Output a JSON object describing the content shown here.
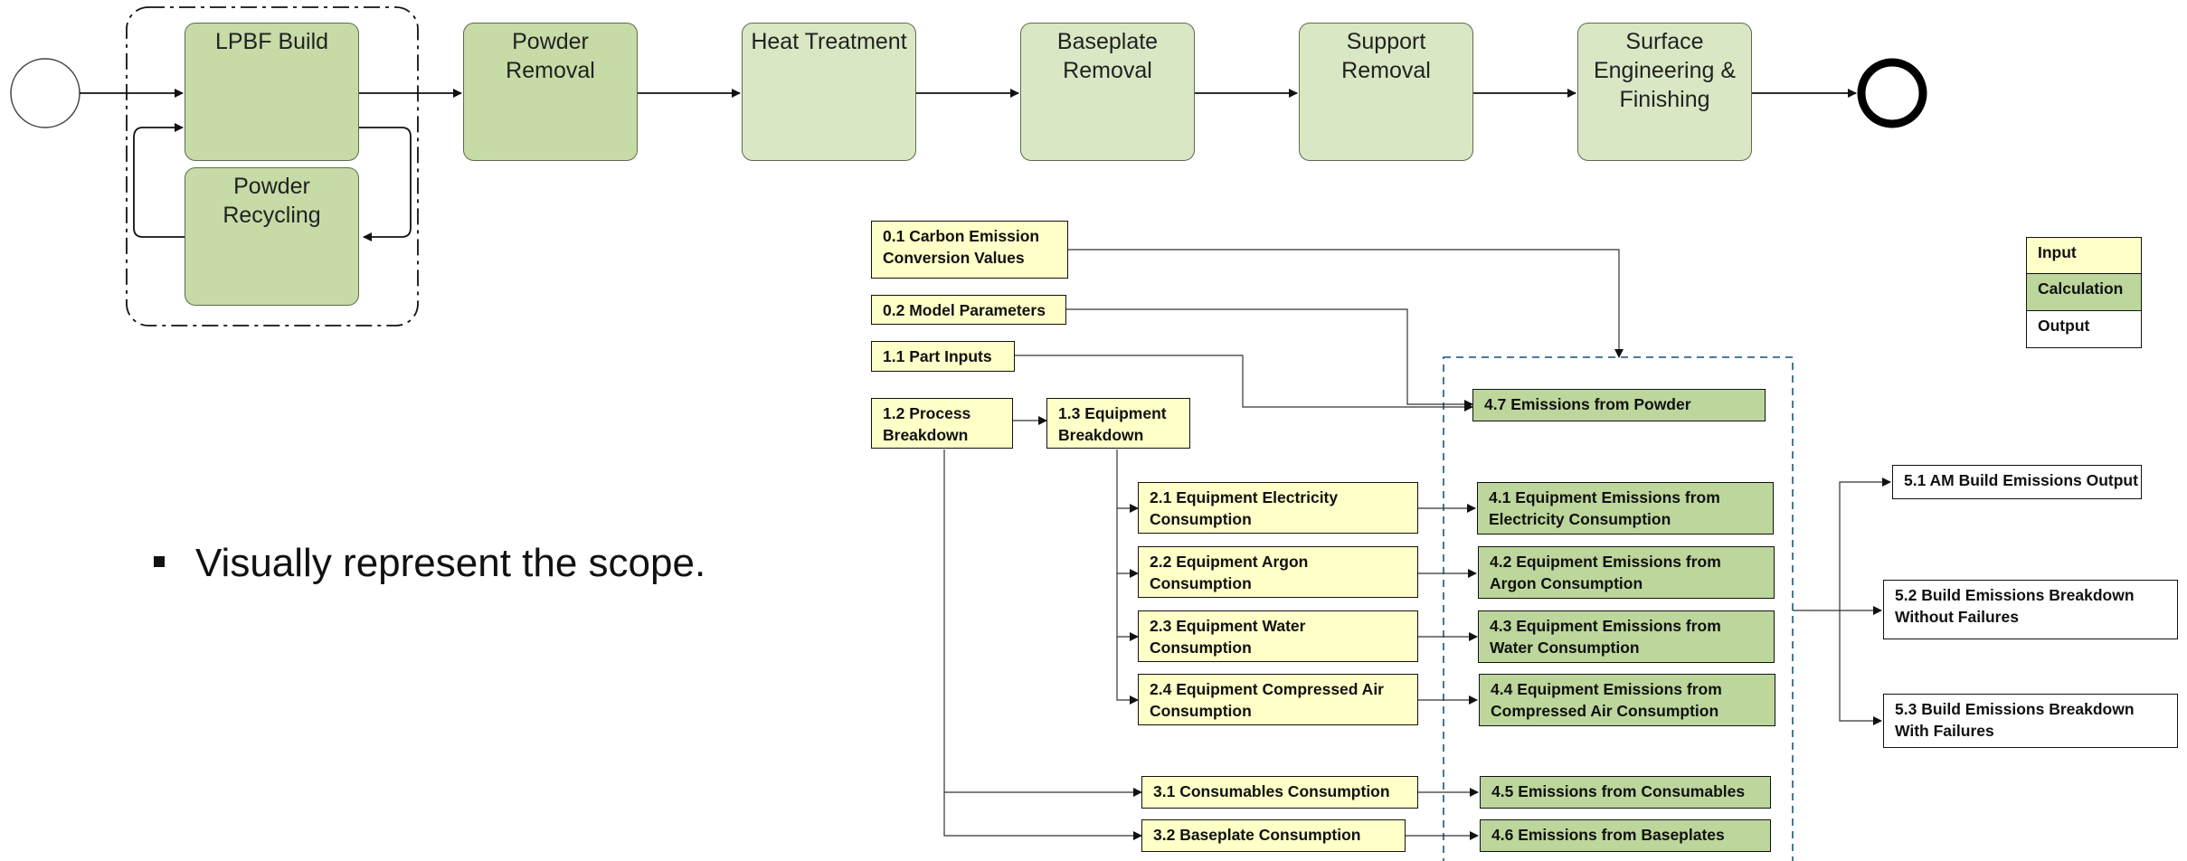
{
  "process": {
    "lpbf_build": "LPBF Build",
    "powder_recycling": [
      "Powder",
      "Recycling"
    ],
    "powder_removal": [
      "Powder",
      "Removal"
    ],
    "heat_treatment": "Heat Treatment",
    "baseplate_removal": [
      "Baseplate",
      "Removal"
    ],
    "support_removal": [
      "Support",
      "Removal"
    ],
    "surface_engineering": [
      "Surface",
      "Engineering &",
      "Finishing"
    ]
  },
  "bullet": "Visually represent the scope.",
  "inputs": {
    "i01": [
      "0.1 Carbon Emission",
      "Conversion Values"
    ],
    "i02": "0.2 Model Parameters",
    "i11": "1.1 Part Inputs",
    "i12": [
      "1.2 Process",
      "Breakdown"
    ],
    "i13": [
      "1.3 Equipment",
      "Breakdown"
    ],
    "i21": [
      "2.1  Equipment Electricity",
      "Consumption"
    ],
    "i22": [
      "2.2  Equipment Argon",
      "Consumption"
    ],
    "i23": [
      "2.3  Equipment Water",
      "Consumption"
    ],
    "i24": [
      "2.4  Equipment Compressed Air",
      "Consumption"
    ],
    "i31": "3.1  Consumables Consumption",
    "i32": "3.2  Baseplate Consumption"
  },
  "calcs": {
    "c47": "4.7 Emissions from Powder",
    "c41": [
      "4.1 Equipment Emissions from",
      "Electricity Consumption"
    ],
    "c42": [
      "4.2 Equipment Emissions from",
      "Argon Consumption"
    ],
    "c43": [
      "4.3 Equipment Emissions from",
      "Water Consumption"
    ],
    "c44": [
      "4.4 Equipment Emissions from",
      "Compressed Air Consumption"
    ],
    "c45": "4.5 Emissions from Consumables",
    "c46": "4.6 Emissions from Baseplates"
  },
  "outputs": {
    "o51": "5.1 AM Build Emissions Output",
    "o52": [
      "5.2 Build Emissions Breakdown",
      "Without Failures"
    ],
    "o53": [
      "5.3 Build Emissions Breakdown",
      "With Failures"
    ]
  },
  "legend": {
    "input": "Input",
    "calculation": "Calculation",
    "output": "Output"
  },
  "colors": {
    "process_dark": "#c6dba6",
    "process_light": "#d9e7c4",
    "input_fill": "#ffffc8",
    "calc_fill": "#bcd69c",
    "scope_dash": "#2e6b8a"
  }
}
